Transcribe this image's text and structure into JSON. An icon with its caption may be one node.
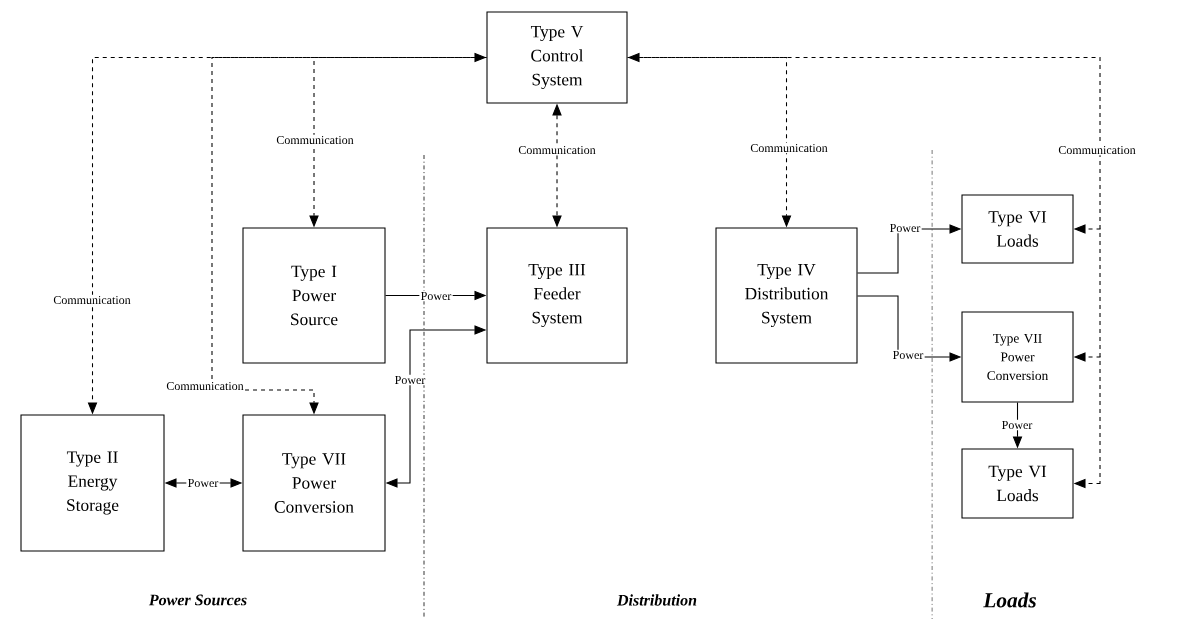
{
  "diagram": {
    "nodes": [
      {
        "text": [
          "Type V Control System"
        ]
      },
      {
        "text": [
          "Type I Power Source"
        ]
      },
      {
        "text": [
          "Type III Feeder System"
        ]
      },
      {
        "text": [
          "Type IV Distribution System"
        ]
      },
      {
        "text": [
          "Type VI Loads"
        ]
      },
      {
        "text": [
          "Type II Energy Storage"
        ]
      },
      {
        "text": [
          "Type VII Power Conversion"
        ]
      },
      {
        "text": [
          "Type VII Power Conversion"
        ]
      },
      {
        "text": [
          "Type VI Loads"
        ]
      }
    ],
    "edges": [
      {
        "from": 0,
        "to": 5,
        "arrow": "both",
        "style": "dashed",
        "label": "Communication"
      },
      {
        "from": 0,
        "to": 6,
        "arrow": "to",
        "style": "dashed",
        "label": "Communication"
      },
      {
        "from": 0,
        "to": 1,
        "arrow": "to",
        "style": "dashed",
        "label": "Communication"
      },
      {
        "from": 0,
        "to": 2,
        "arrow": "both",
        "style": "dashed",
        "label": "Communication"
      },
      {
        "from": 0,
        "to": 3,
        "arrow": "both",
        "style": "dashed",
        "label": "Communication"
      },
      {
        "from": 0,
        "to": 4,
        "arrow": "to",
        "style": "dashed",
        "label": "Communication"
      },
      {
        "from": 0,
        "to": 7,
        "arrow": "to",
        "style": "dashed"
      },
      {
        "from": 0,
        "to": 8,
        "arrow": "to",
        "style": "dashed"
      },
      {
        "from": 1,
        "to": 2,
        "arrow": "to",
        "label": "Power"
      },
      {
        "from": 6,
        "to": 2,
        "arrow": "both",
        "label": "Power"
      },
      {
        "from": 5,
        "to": 6,
        "arrow": "both",
        "label": "Power"
      },
      {
        "from": 3,
        "to": 4,
        "arrow": "to",
        "label": "Power"
      },
      {
        "from": 3,
        "to": 7,
        "arrow": "to",
        "label": "Power"
      },
      {
        "from": 7,
        "to": 8,
        "arrow": "to",
        "label": "Power"
      }
    ],
    "labels": [
      "Power Sources",
      "Distribution",
      "Loads"
    ]
  }
}
